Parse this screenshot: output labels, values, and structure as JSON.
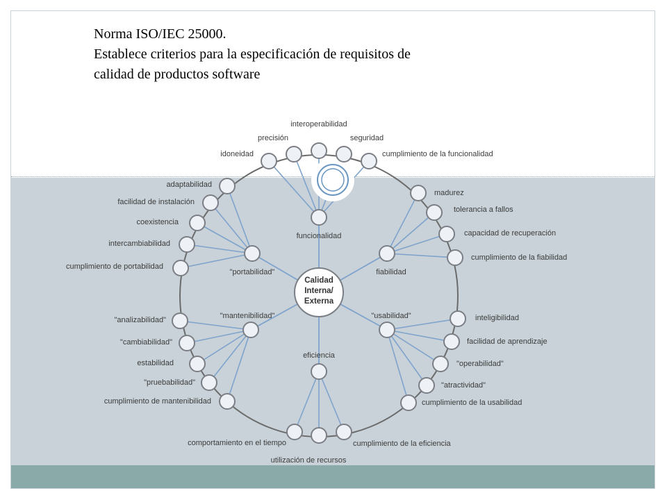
{
  "title": {
    "line1": "Norma ISO/IEC 25000.",
    "line2": "Establece criterios para la especificación de requisitos de",
    "line3": "calidad de productos software"
  },
  "colors": {
    "connector": "#7fa3cc",
    "ring": "#6b6b6b",
    "node_fill": "#eef1f6",
    "node_stroke": "#7b7f85",
    "lower_band": "#c8d2d8",
    "footer": "#8aa9a9",
    "deco_ring": "#6a97c2"
  },
  "diagram": {
    "center_lines": [
      "Calidad",
      "Interna/",
      "Externa"
    ],
    "characteristics": [
      {
        "label": "funcionalidad",
        "subs": [
          "idoneidad",
          "precisión",
          "interoperabilidad",
          "seguridad",
          "cumplimiento de la funcionalidad"
        ]
      },
      {
        "label": "fiabilidad",
        "subs": [
          "madurez",
          "tolerancia a fallos",
          "capacidad de recuperación",
          "cumplimiento de la fiabilidad"
        ]
      },
      {
        "label": "\"usabilidad\"",
        "subs": [
          "inteligibilidad",
          "facilidad de aprendizaje",
          "\"operabilidad\"",
          "\"atractividad\"",
          "cumplimiento de la usabilidad"
        ]
      },
      {
        "label": "eficiencia",
        "subs": [
          "comportamiento en el tiempo",
          "utilización de recursos",
          "cumplimiento de la eficiencia"
        ]
      },
      {
        "label": "\"mantenibilidad\"",
        "subs": [
          "\"analizabilidad\"",
          "\"cambiabilidad\"",
          "estabilidad",
          "\"pruebabilidad\"",
          "cumplimiento de mantenibilidad"
        ]
      },
      {
        "label": "\"portabilidad\"",
        "subs": [
          "adaptabilidad",
          "facilidad de instalación",
          "coexistencia",
          "intercambiabilidad",
          "cumplimiento de portabilidad"
        ]
      }
    ]
  }
}
